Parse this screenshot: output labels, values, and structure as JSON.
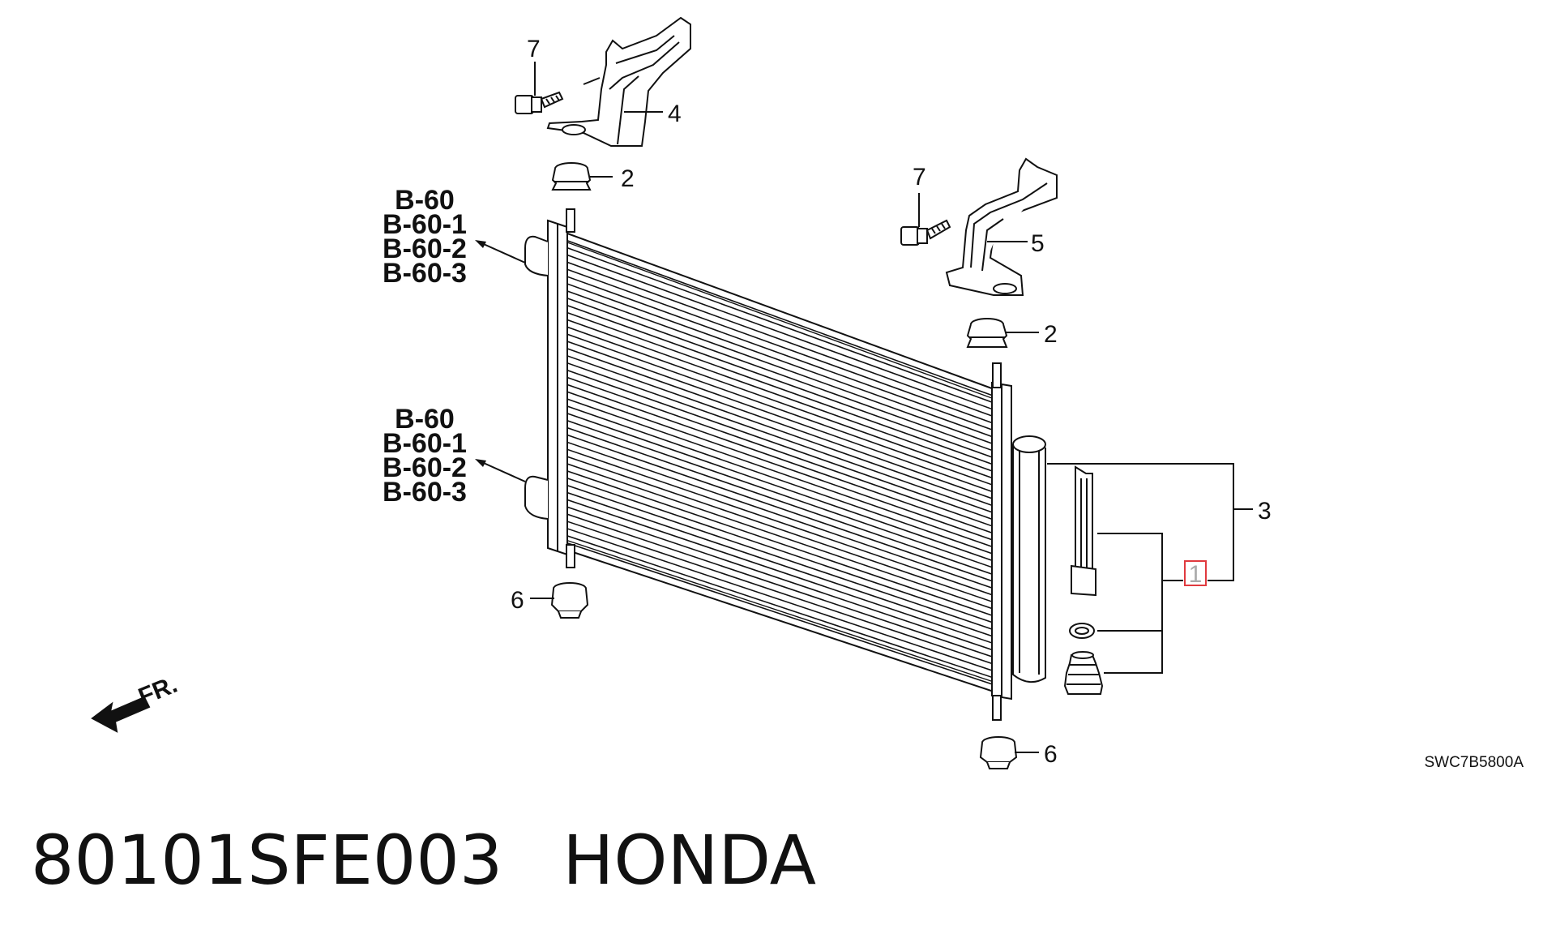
{
  "callouts": [
    {
      "id": "callout-1",
      "label": "1"
    },
    {
      "id": "callout-2-left",
      "label": "2"
    },
    {
      "id": "callout-2-right",
      "label": "2"
    },
    {
      "id": "callout-3",
      "label": "3"
    },
    {
      "id": "callout-4",
      "label": "4"
    },
    {
      "id": "callout-5",
      "label": "5"
    },
    {
      "id": "callout-6-left",
      "label": "6"
    },
    {
      "id": "callout-6-right",
      "label": "6"
    },
    {
      "id": "callout-7-left",
      "label": "7"
    },
    {
      "id": "callout-7-right",
      "label": "7"
    }
  ],
  "references_upper": [
    "B-60",
    "B-60-1",
    "B-60-2",
    "B-60-3"
  ],
  "references_lower": [
    "B-60",
    "B-60-1",
    "B-60-2",
    "B-60-3"
  ],
  "front_indicator": "FR.",
  "diagram_code": "SWC7B5800A",
  "caption": {
    "part_number": "80101SFE003",
    "brand": "HONDA"
  },
  "colors": {
    "ink": "#111111",
    "highlight": "#e0393e",
    "background": "#ffffff"
  }
}
